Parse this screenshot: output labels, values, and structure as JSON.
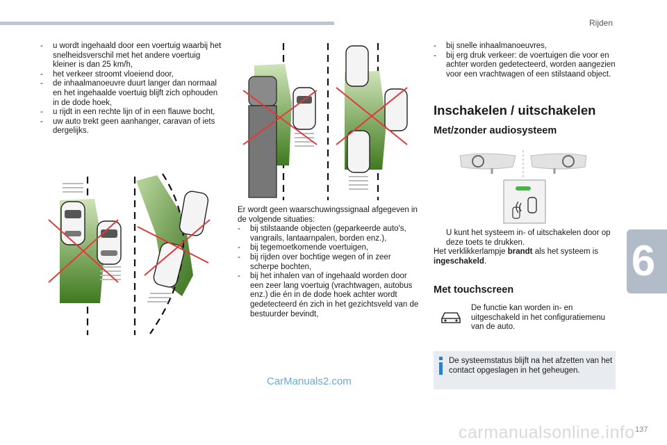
{
  "header": {
    "section": "Rijden"
  },
  "chapter": {
    "number": "6"
  },
  "col1": {
    "items": [
      "u wordt ingehaald door een voertuig waarbij het snelheidsverschil met het andere voertuig kleiner is dan 25 km/h,",
      "het verkeer stroomt vloeiend door,",
      "de inhaalmanoeuvre duurt langer dan normaal en het ingehaalde voertuig blijft zich ophouden in de dode hoek,",
      "u rijdt in een rechte lijn of in een flauwe bocht,",
      "uw auto trekt geen aanhanger, caravan of iets dergelijks."
    ]
  },
  "col2": {
    "intro": "Er wordt geen waarschuwingssignaal afgegeven in de volgende situaties:",
    "items": [
      "bij stilstaande objecten (geparkeerde auto's, vangrails, lantaarnpalen, borden enz.),",
      "bij tegemoetkomende voertuigen,",
      "bij rijden over bochtige wegen of in zeer scherpe bochten,",
      "bij het inhalen van of ingehaald worden door een zeer lang voertuig (vrachtwagen, autobus enz.) die én in de dode hoek achter wordt gedetecteerd én zich in het gezichtsveld van de bestuurder bevindt,"
    ]
  },
  "col3": {
    "items": [
      "bij snelle inhaalmanoeuvres,",
      "bij erg druk verkeer: de voertuigen die voor en achter worden gedetecteerd, worden aangezien voor een vrachtwagen of een stilstaand object."
    ]
  },
  "section_title": "Inschakelen / uitschakelen",
  "audio": {
    "title": "Met/zonder audiosysteem",
    "instruction_arrow": "",
    "instruction": "U kunt het systeem in- of uitschakelen door op deze toets te drukken.",
    "lamp_pre": "Het verklikkerlampje ",
    "lamp_bold1": "brandt",
    "lamp_mid": " als het systeem is ",
    "lamp_bold2": "ingeschakeld",
    "lamp_post": "."
  },
  "touch": {
    "title": "Met touchscreen",
    "text": "De functie kan worden in- en uitgeschakeld in het configuratiemenu van de auto."
  },
  "info": {
    "text": "De systeemstatus blijft na het afzetten van het contact opgeslagen in het geheugen."
  },
  "footer": {
    "watermark_small": "CarManuals2.com",
    "watermark_large": "carmanualsonline.info",
    "page": "137"
  },
  "colors": {
    "zone_green": "#4d8a2a",
    "cross_red": "#e03a3a",
    "info_blue": "#2e7fc6",
    "tab_grey": "#b2bcc9"
  }
}
